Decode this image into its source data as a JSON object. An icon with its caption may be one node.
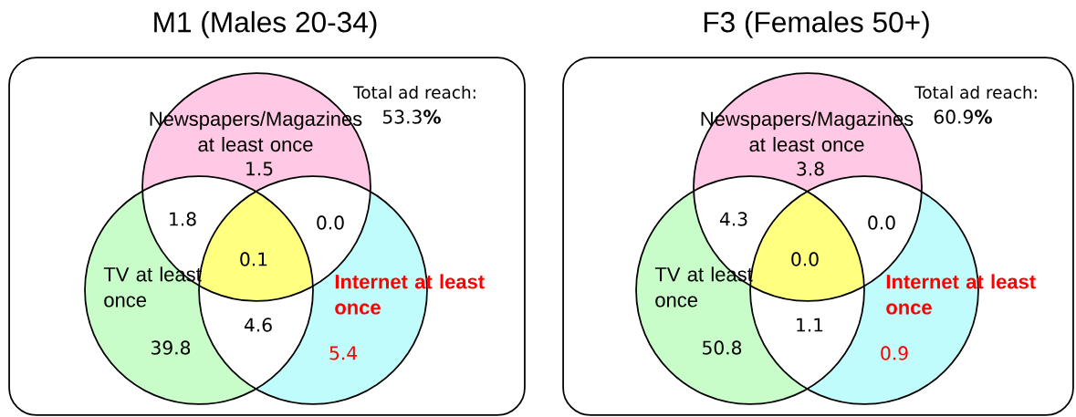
{
  "diagram": {
    "nodes": [
      {
        "text": [
          "M1 (Males 20-34)"
        ]
      },
      {
        "text": [
          "Newspapers/Magazines at least once",
          "1.5"
        ],
        "in": 0
      },
      {
        "text": [
          "TV at least once",
          "39.8"
        ],
        "in": 0
      },
      {
        "text": [
          "Internet at least once",
          "5.4"
        ],
        "in": 0
      },
      {
        "text": [
          "F3 (Females 50+)"
        ]
      },
      {
        "text": [
          "Newspapers/Magazines at least once",
          "3.8"
        ],
        "in": 4
      },
      {
        "text": [
          "TV at least once",
          "50.8"
        ],
        "in": 4
      },
      {
        "text": [
          "Internet at least once",
          "0.9"
        ],
        "in": 4
      }
    ],
    "labels": [
      "Total ad reach:",
      "53.3**%**",
      "1.8",
      "0.0",
      "0.1",
      "4.6",
      "Total ad reach:",
      "60.9**%**",
      "4.3",
      "0.0",
      "0.0",
      "1.1"
    ]
  }
}
